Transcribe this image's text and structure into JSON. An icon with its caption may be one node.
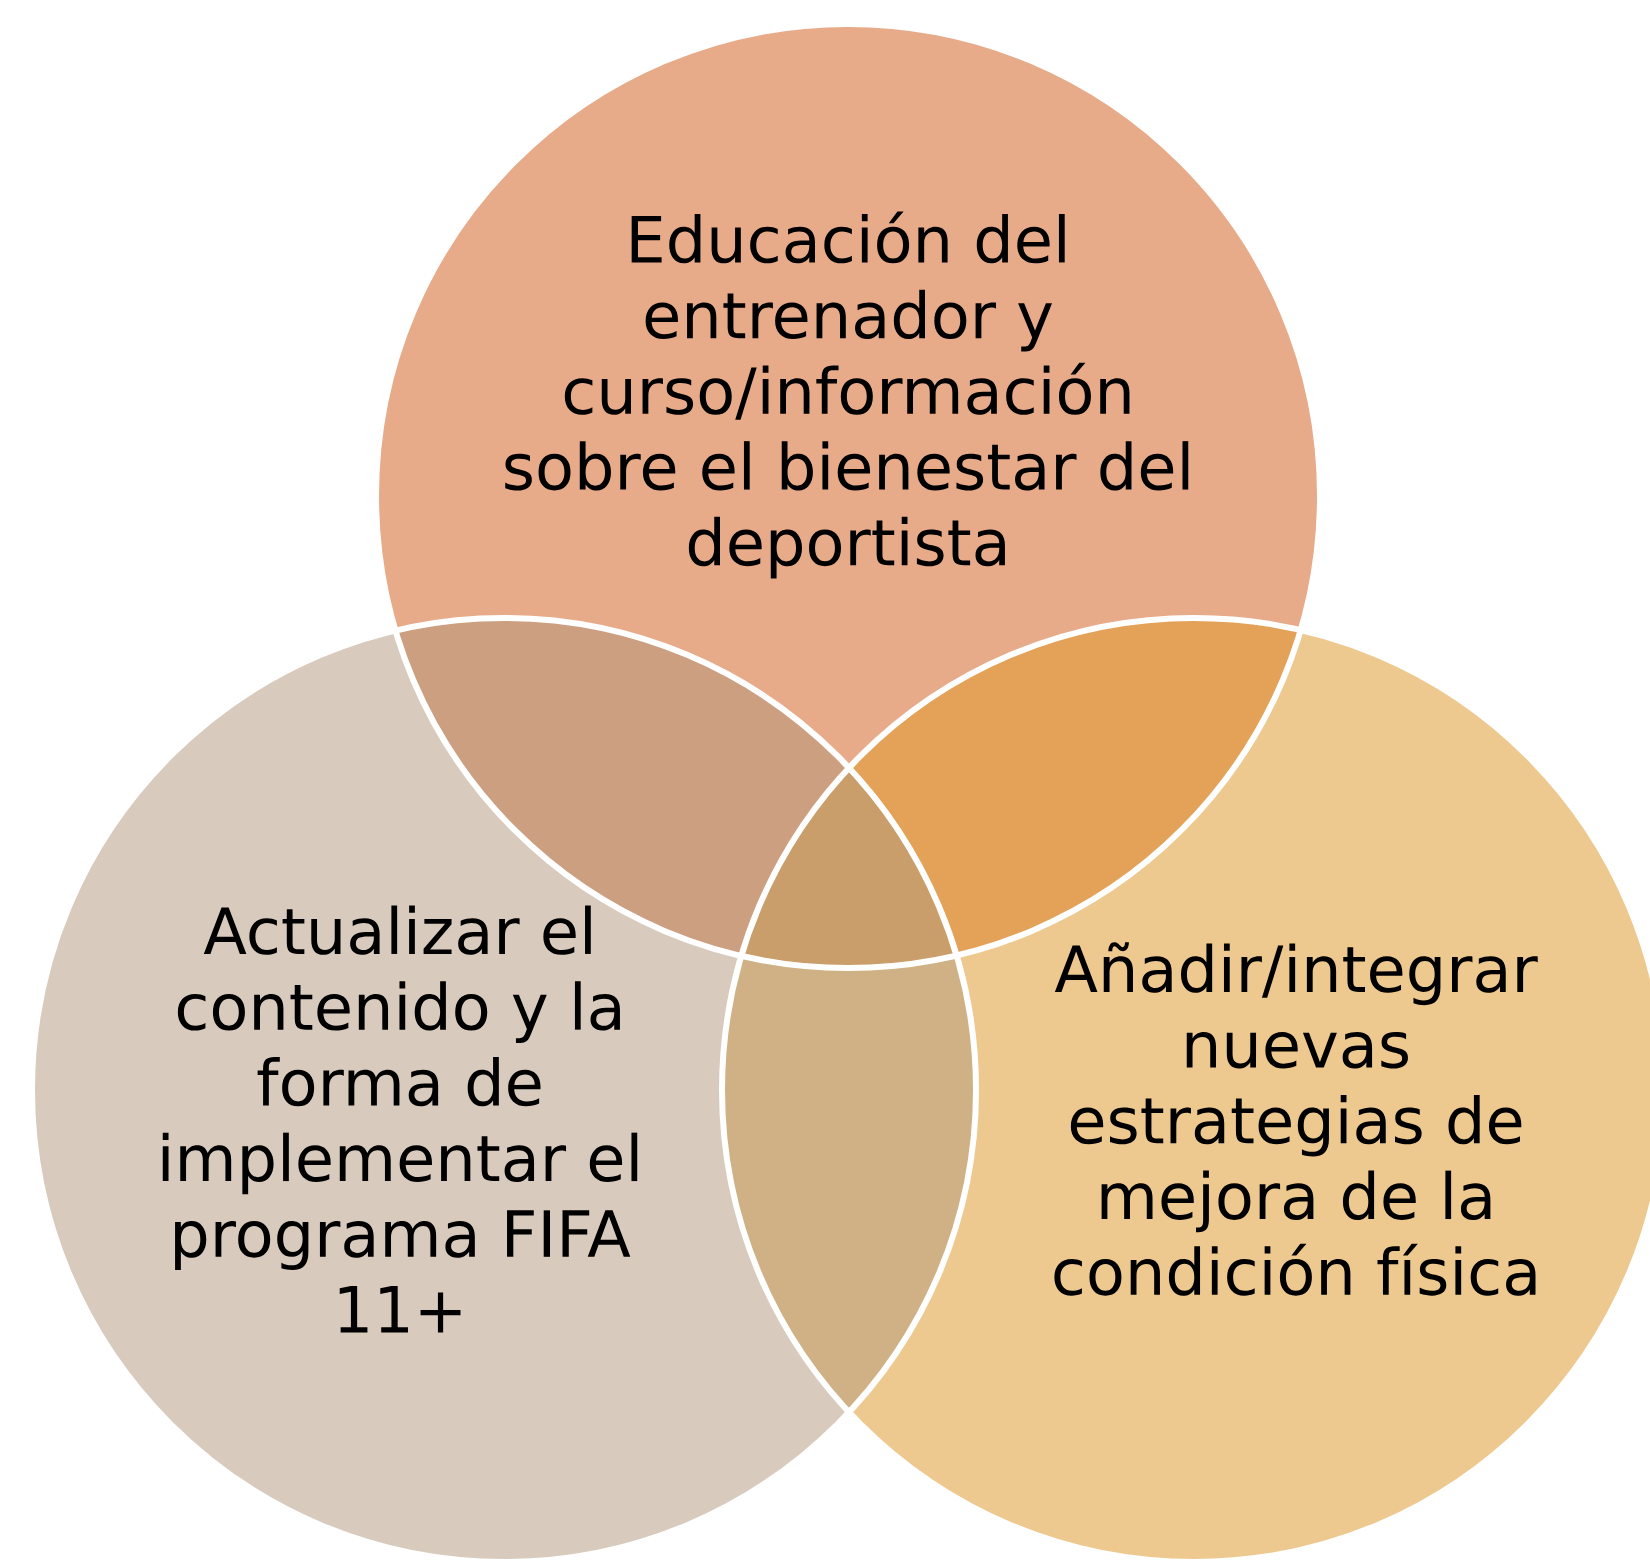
{
  "diagram": {
    "nodes": [
      {
        "text": [
          "Educación del entrenador y curso/información sobre el bienestar del deportista"
        ]
      },
      {
        "text": [
          "Actualizar el contenido y la forma de implementar el programa FIFA 11+"
        ]
      },
      {
        "text": [
          "Añadir/integrar nuevas estrategias de mejora de la condición física"
        ]
      }
    ]
  }
}
